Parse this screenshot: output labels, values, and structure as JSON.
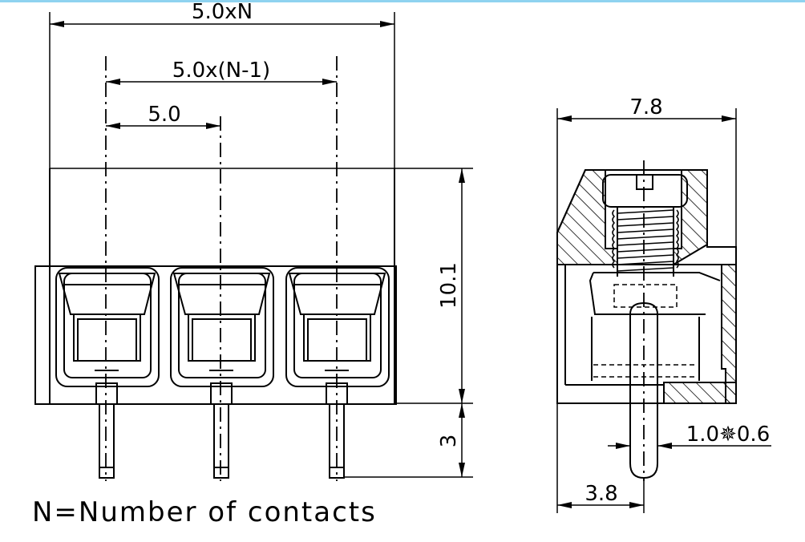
{
  "colors": {
    "line": "#000000",
    "background": "#ffffff",
    "top_rule": "#8fd3f0"
  },
  "front_view": {
    "dim_total_width": "5.0xN",
    "dim_span": "5.0x(N-1)",
    "dim_pitch": "5.0",
    "dim_body_height": "10.1",
    "dim_pin_length": "3",
    "contact_count_shown": 3
  },
  "side_view": {
    "dim_depth": "7.8",
    "dim_pin_offset": "3.8",
    "dim_pin_section": "1.0✵0.6"
  },
  "legend": "N=Number of contacts"
}
